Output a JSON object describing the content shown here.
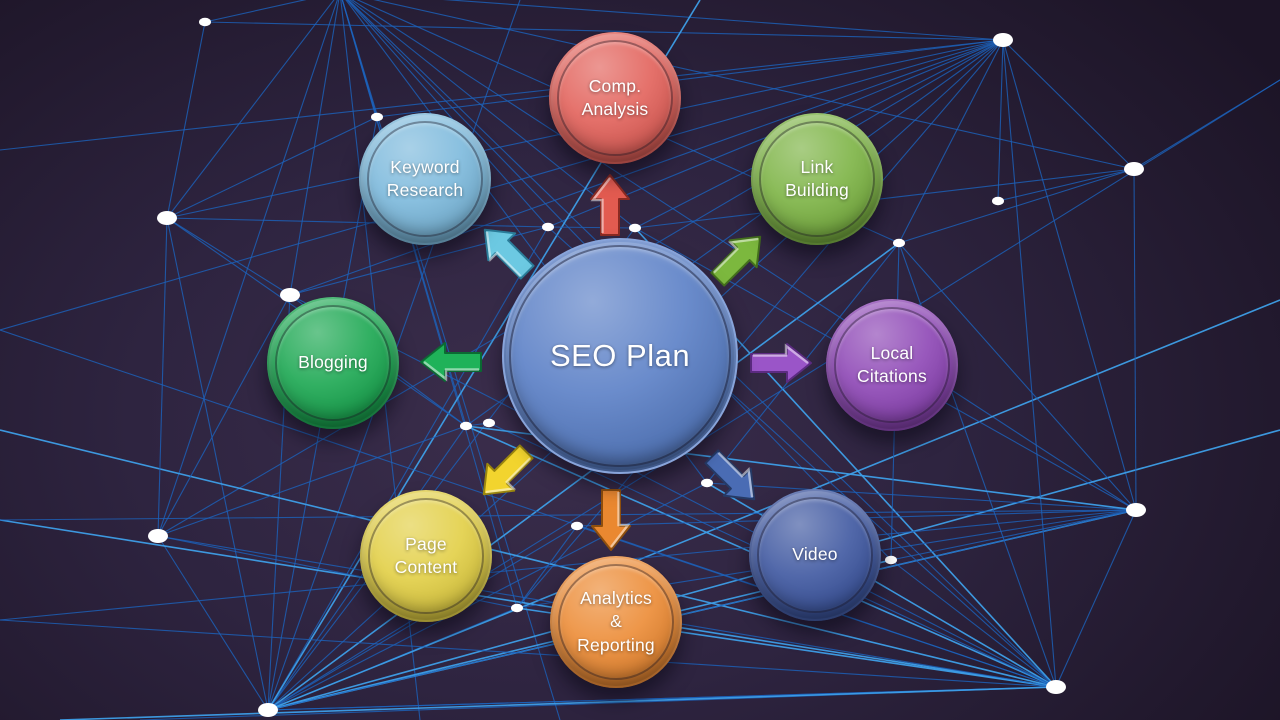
{
  "diagram": {
    "title": "SEO Plan",
    "center": {
      "label": "SEO Plan",
      "color": "#5a7fc6"
    },
    "satellites": [
      {
        "id": "comp-analysis",
        "label": "Comp.\nAnalysis",
        "color": "#e2615a"
      },
      {
        "id": "keyword-research",
        "label": "Keyword\nResearch",
        "color": "#7cb9dc"
      },
      {
        "id": "link-building",
        "label": "Link\nBuilding",
        "color": "#7cb344"
      },
      {
        "id": "blogging",
        "label": "Blogging",
        "color": "#1ba751"
      },
      {
        "id": "local-citations",
        "label": "Local\nCitations",
        "color": "#8d46b5"
      },
      {
        "id": "page-content",
        "label": "Page\nContent",
        "color": "#e2cf45"
      },
      {
        "id": "video",
        "label": "Video",
        "color": "#3e57a0"
      },
      {
        "id": "analytics-reporting",
        "label": "Analytics\n&\nReporting",
        "color": "#ec8b35"
      }
    ],
    "arrows": [
      {
        "direction": "up",
        "target": "comp-analysis",
        "color": "#e25b50"
      },
      {
        "direction": "up-right",
        "target": "link-building",
        "color": "#7cb83e"
      },
      {
        "direction": "right",
        "target": "local-citations",
        "color": "#9a55c8"
      },
      {
        "direction": "down-right",
        "target": "video",
        "color": "#4a6cb4"
      },
      {
        "direction": "down",
        "target": "analytics-reporting",
        "color": "#ea8830"
      },
      {
        "direction": "down-left",
        "target": "page-content",
        "color": "#f2d42e"
      },
      {
        "direction": "left",
        "target": "blogging",
        "color": "#1fb259"
      },
      {
        "direction": "up-left",
        "target": "keyword-research",
        "color": "#6cc9e2"
      }
    ],
    "background": {
      "base_color": "#2e2440",
      "network_line_color": "#1c63bd",
      "network_bright_line_color": "#3e9fe8",
      "network_node_color": "#ffffff"
    }
  }
}
